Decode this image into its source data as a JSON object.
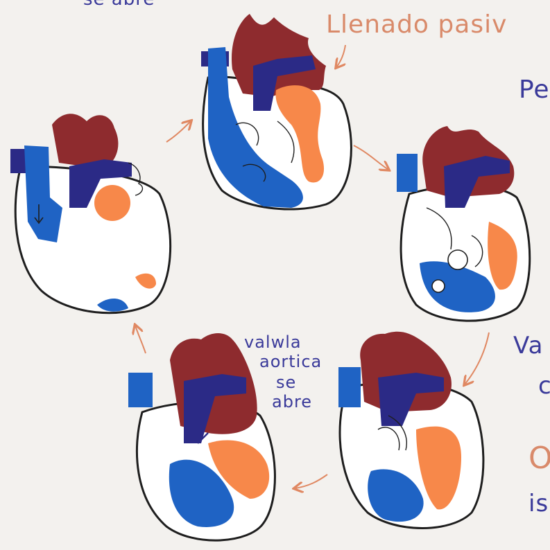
{
  "labels": {
    "top_cut": "se abre",
    "llenado": "Llenado pasiv",
    "pe": "Pe",
    "valvula_line1": "valwla",
    "valvula_line2": "aortica",
    "valvula_line3": "se",
    "valvula_line4": "abre",
    "va": "Va",
    "c_frag": "c",
    "o_frag": "O",
    "is_frag": "is"
  },
  "colors": {
    "paper": "#f3f1ee",
    "outline": "#1e1e1e",
    "artery_red": "#8e2b2e",
    "blue": "#1f63c4",
    "navy": "#2b2a86",
    "orange": "#f7884a",
    "arrow": "#e08862",
    "ink_purple": "#3a3a9a",
    "ink_orange": "#d98a6a"
  }
}
